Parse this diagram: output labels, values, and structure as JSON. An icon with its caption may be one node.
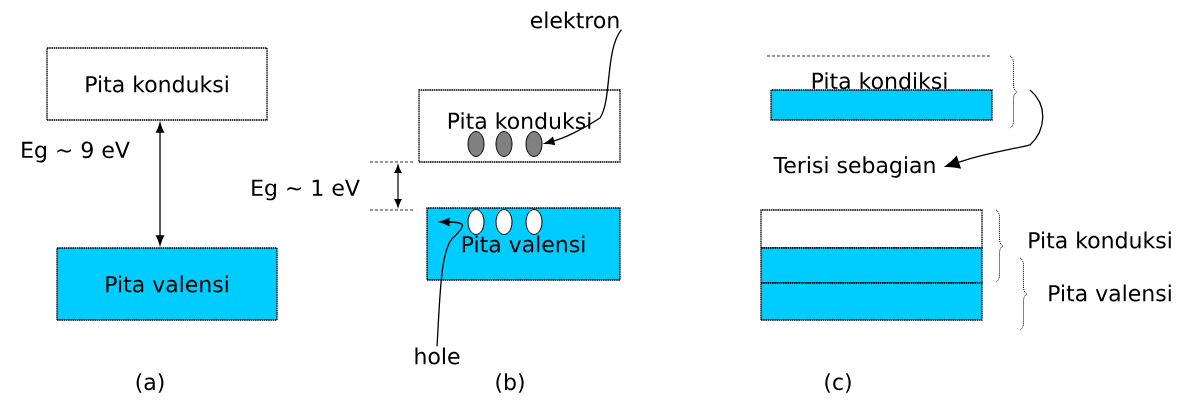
{
  "diagram": {
    "nodes": [
      {
        "text": [
          "Pita konduksi"
        ]
      },
      {
        "text": [
          "Pita valensi"
        ]
      },
      {
        "text": [
          "Pita konduksi"
        ]
      },
      {
        "text": [],
        "shape": "circle",
        "in": 2
      },
      {
        "text": [],
        "shape": "circle",
        "in": 2
      },
      {
        "text": [],
        "shape": "circle",
        "in": 2
      },
      {
        "text": [
          "Pita valensi"
        ]
      },
      {
        "text": [],
        "shape": "circle",
        "in": 6
      },
      {
        "text": [],
        "shape": "circle",
        "in": 6
      },
      {
        "text": [],
        "shape": "circle",
        "in": 6
      },
      {
        "text": [
          "elektron"
        ]
      },
      {
        "text": [
          "hole"
        ]
      },
      {
        "text": [
          "Pita kondiksi"
        ]
      },
      {
        "text": [
          "Terisi sebagian"
        ]
      },
      {
        "text": [],
        "shape": "box"
      },
      {
        "text": [],
        "shape": "box"
      },
      {
        "text": [],
        "shape": "box"
      }
    ],
    "edges": [
      {
        "from": 0,
        "to": 1,
        "arrow": "both",
        "label": "Eg ~ 9 eV"
      },
      {
        "from": 10,
        "to": 5,
        "arrow": "to"
      },
      {
        "from": 11,
        "to": 7,
        "arrow": "to"
      },
      {
        "from": null,
        "to": 13,
        "arrow": "to"
      }
    ],
    "labels": [
      "Eg ~ 1 eV",
      "Pita konduksi",
      "Pita valensi",
      "(a)",
      "(b)",
      "(c)"
    ]
  }
}
